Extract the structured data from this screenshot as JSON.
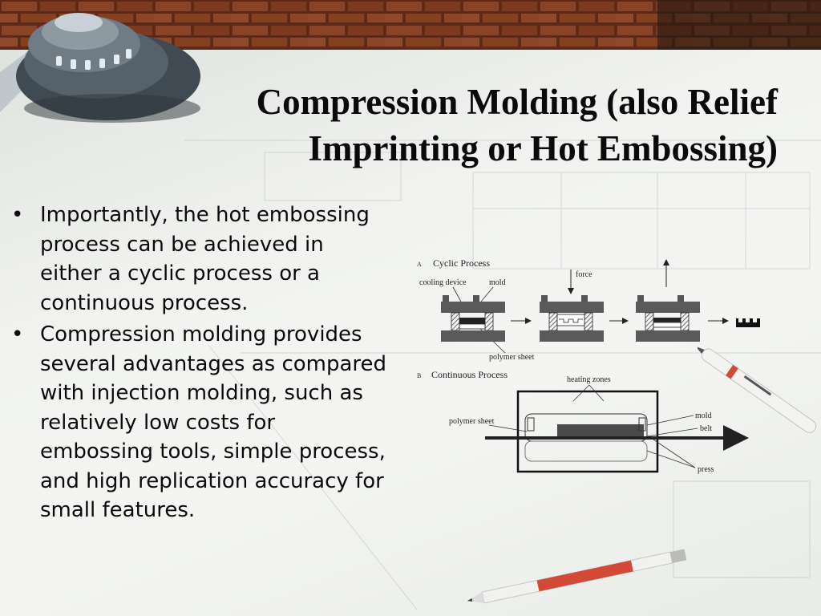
{
  "slide": {
    "title_line1": "Compression Molding (also Relief",
    "title_line2": "Imprinting or Hot Embossing)",
    "bullets": [
      "Importantly, the hot embossing process can be achieved in either a cyclic process or a continuous process.",
      "Compression molding provides several advantages as compared with injection molding, such as relatively low costs for embossing tools, simple process, and high replication accuracy for small features."
    ],
    "bullet_marker": "•"
  },
  "diagram": {
    "cyclic": {
      "letter": "A",
      "title": "Cyclic   Process",
      "labels": {
        "cooling_device": "cooling device",
        "mold": "mold",
        "force": "force",
        "polymer_sheet": "polymer sheet"
      }
    },
    "continuous": {
      "letter": "B",
      "title": "Continuous    Process",
      "labels": {
        "heating_zones": "heating zones",
        "polymer_sheet": "polymer sheet",
        "mold": "mold",
        "belt": "belt",
        "press": "press"
      }
    }
  },
  "colors": {
    "title_text": "#0a0a0a",
    "brick": "#7a3b22",
    "paper": "#f2f3f1",
    "diagram_gray": "#5a5a5a",
    "pencil_red": "#d24a35"
  }
}
